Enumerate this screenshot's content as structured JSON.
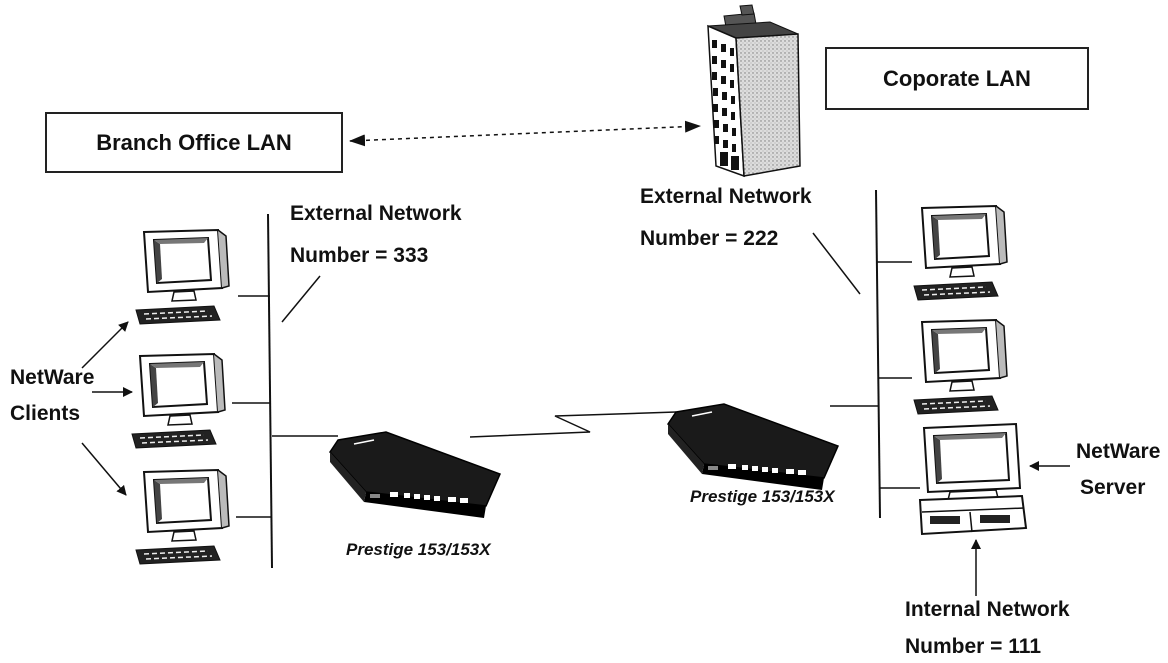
{
  "labels": {
    "branch_office": "Branch Office LAN",
    "corporate": "Coporate LAN",
    "ext_left_line1": "External Network",
    "ext_left_line2": "Number = 333",
    "ext_right_line1": "External Network",
    "ext_right_line2": "Number = 222",
    "clients_line1": "NetWare",
    "clients_line2": "Clients",
    "server_line1": "NetWare",
    "server_line2": "Server",
    "internal_line1": "Internal Network",
    "internal_line2": "Number = 111",
    "router_left": "Prestige 153/153X",
    "router_right": "Prestige 153/153X"
  }
}
